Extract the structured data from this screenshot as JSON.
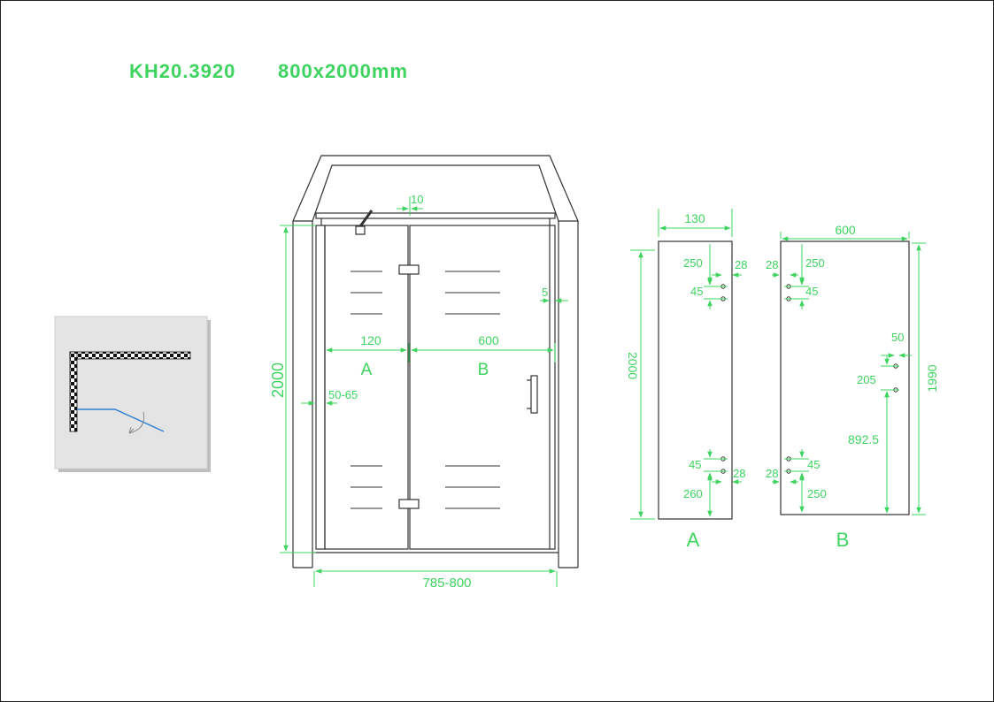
{
  "title": {
    "model": "KH20.3920",
    "size": "800x2000mm"
  },
  "colors": {
    "accent": "#3ed45f",
    "line": "#333333",
    "inset_bg": "#e4e4e4",
    "pivot_line": "#2f7fd0"
  },
  "front_view": {
    "dim_top_gap": "10",
    "dim_right_gap": "5",
    "dim_a_width": "120",
    "dim_b_width": "600",
    "label_a": "A",
    "label_b": "B",
    "dim_height": "2000",
    "dim_adjust": "50-65",
    "dim_total_width": "785-800"
  },
  "panel_a": {
    "dim_width": "130",
    "dim_top_hinge": "250",
    "dim_edge_top": "28",
    "dim_hole_top": "45",
    "dim_height": "2000",
    "dim_hole_bottom": "45",
    "dim_edge_bottom": "28",
    "dim_bottom_hinge": "260",
    "label": "A"
  },
  "panel_b": {
    "dim_width": "600",
    "dim_edge_top": "28",
    "dim_top_hinge": "250",
    "dim_hole_top": "45",
    "dim_handle_edge": "50",
    "dim_handle_spacing": "205",
    "dim_handle_height": "892.5",
    "dim_height": "1990",
    "dim_edge_bottom": "28",
    "dim_hole_bottom": "45",
    "dim_bottom_hinge": "250",
    "label": "B"
  }
}
